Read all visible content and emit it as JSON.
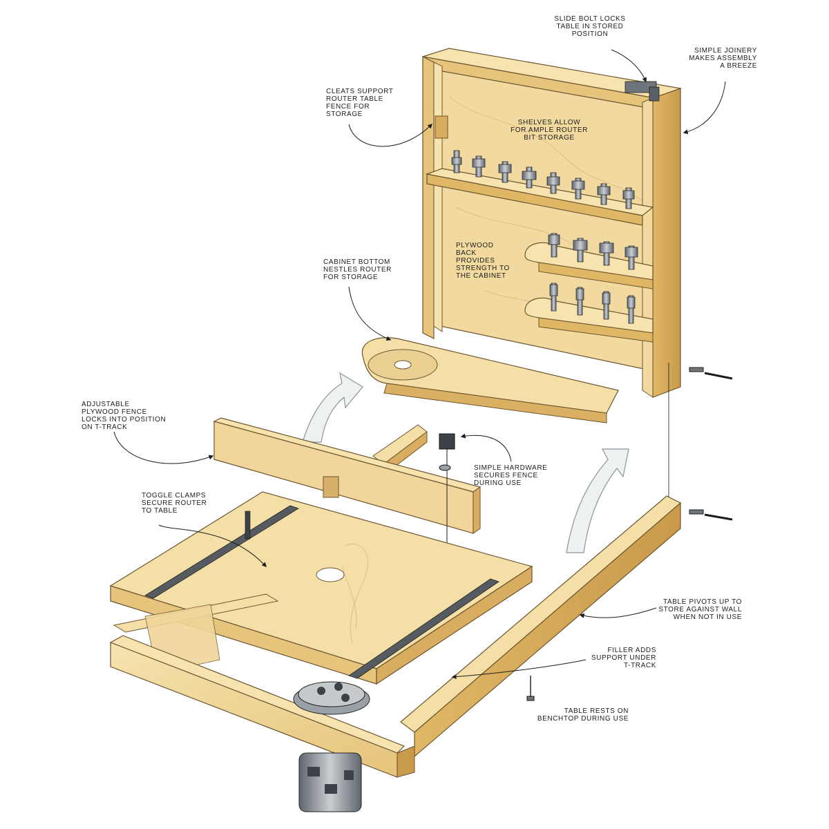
{
  "callouts": {
    "slide_bolt": "SLIDE BOLT LOCKS\nTABLE IN STORED\nPOSITION",
    "simple_joinery": "SIMPLE JOINERY\nMAKES ASSEMBLY\nA BREEZE",
    "cleats": "CLEATS SUPPORT\nROUTER TABLE\nFENCE FOR\nSTORAGE",
    "shelves": "SHELVES ALLOW\nFOR AMPLE ROUTER\nBIT STORAGE",
    "plywood_back": "PLYWOOD\nBACK\nPROVIDES\nSTRENGTH TO\nTHE CABINET",
    "cabinet_bottom": "CABINET BOTTOM\nNESTLES ROUTER\nFOR STORAGE",
    "adjustable_fence": "ADJUSTABLE\nPLYWOOD FENCE\nLOCKS INTO POSITION\nON T-TRACK",
    "simple_hardware": "SIMPLE HARDWARE\nSECURES FENCE\nDURING USE",
    "toggle_clamps": "TOGGLE CLAMPS\nSECURE ROUTER\nTO TABLE",
    "table_pivots": "TABLE PIVOTS UP TO\nSTORE AGAINST WALL\nWHEN NOT IN USE",
    "filler_adds": "FILLER ADDS\nSUPPORT UNDER\nT-TRACK",
    "table_rests": "TABLE RESTS ON\nBENCHTOP DURING USE"
  },
  "colors": {
    "wood_light": "#f4dfa6",
    "wood_mid": "#e9c77f",
    "wood_dark": "#c99a4a",
    "outline": "#6b5430",
    "ink": "#1c1c1c",
    "metal": "#8f969c",
    "arrow_fill": "#eef1f1"
  }
}
